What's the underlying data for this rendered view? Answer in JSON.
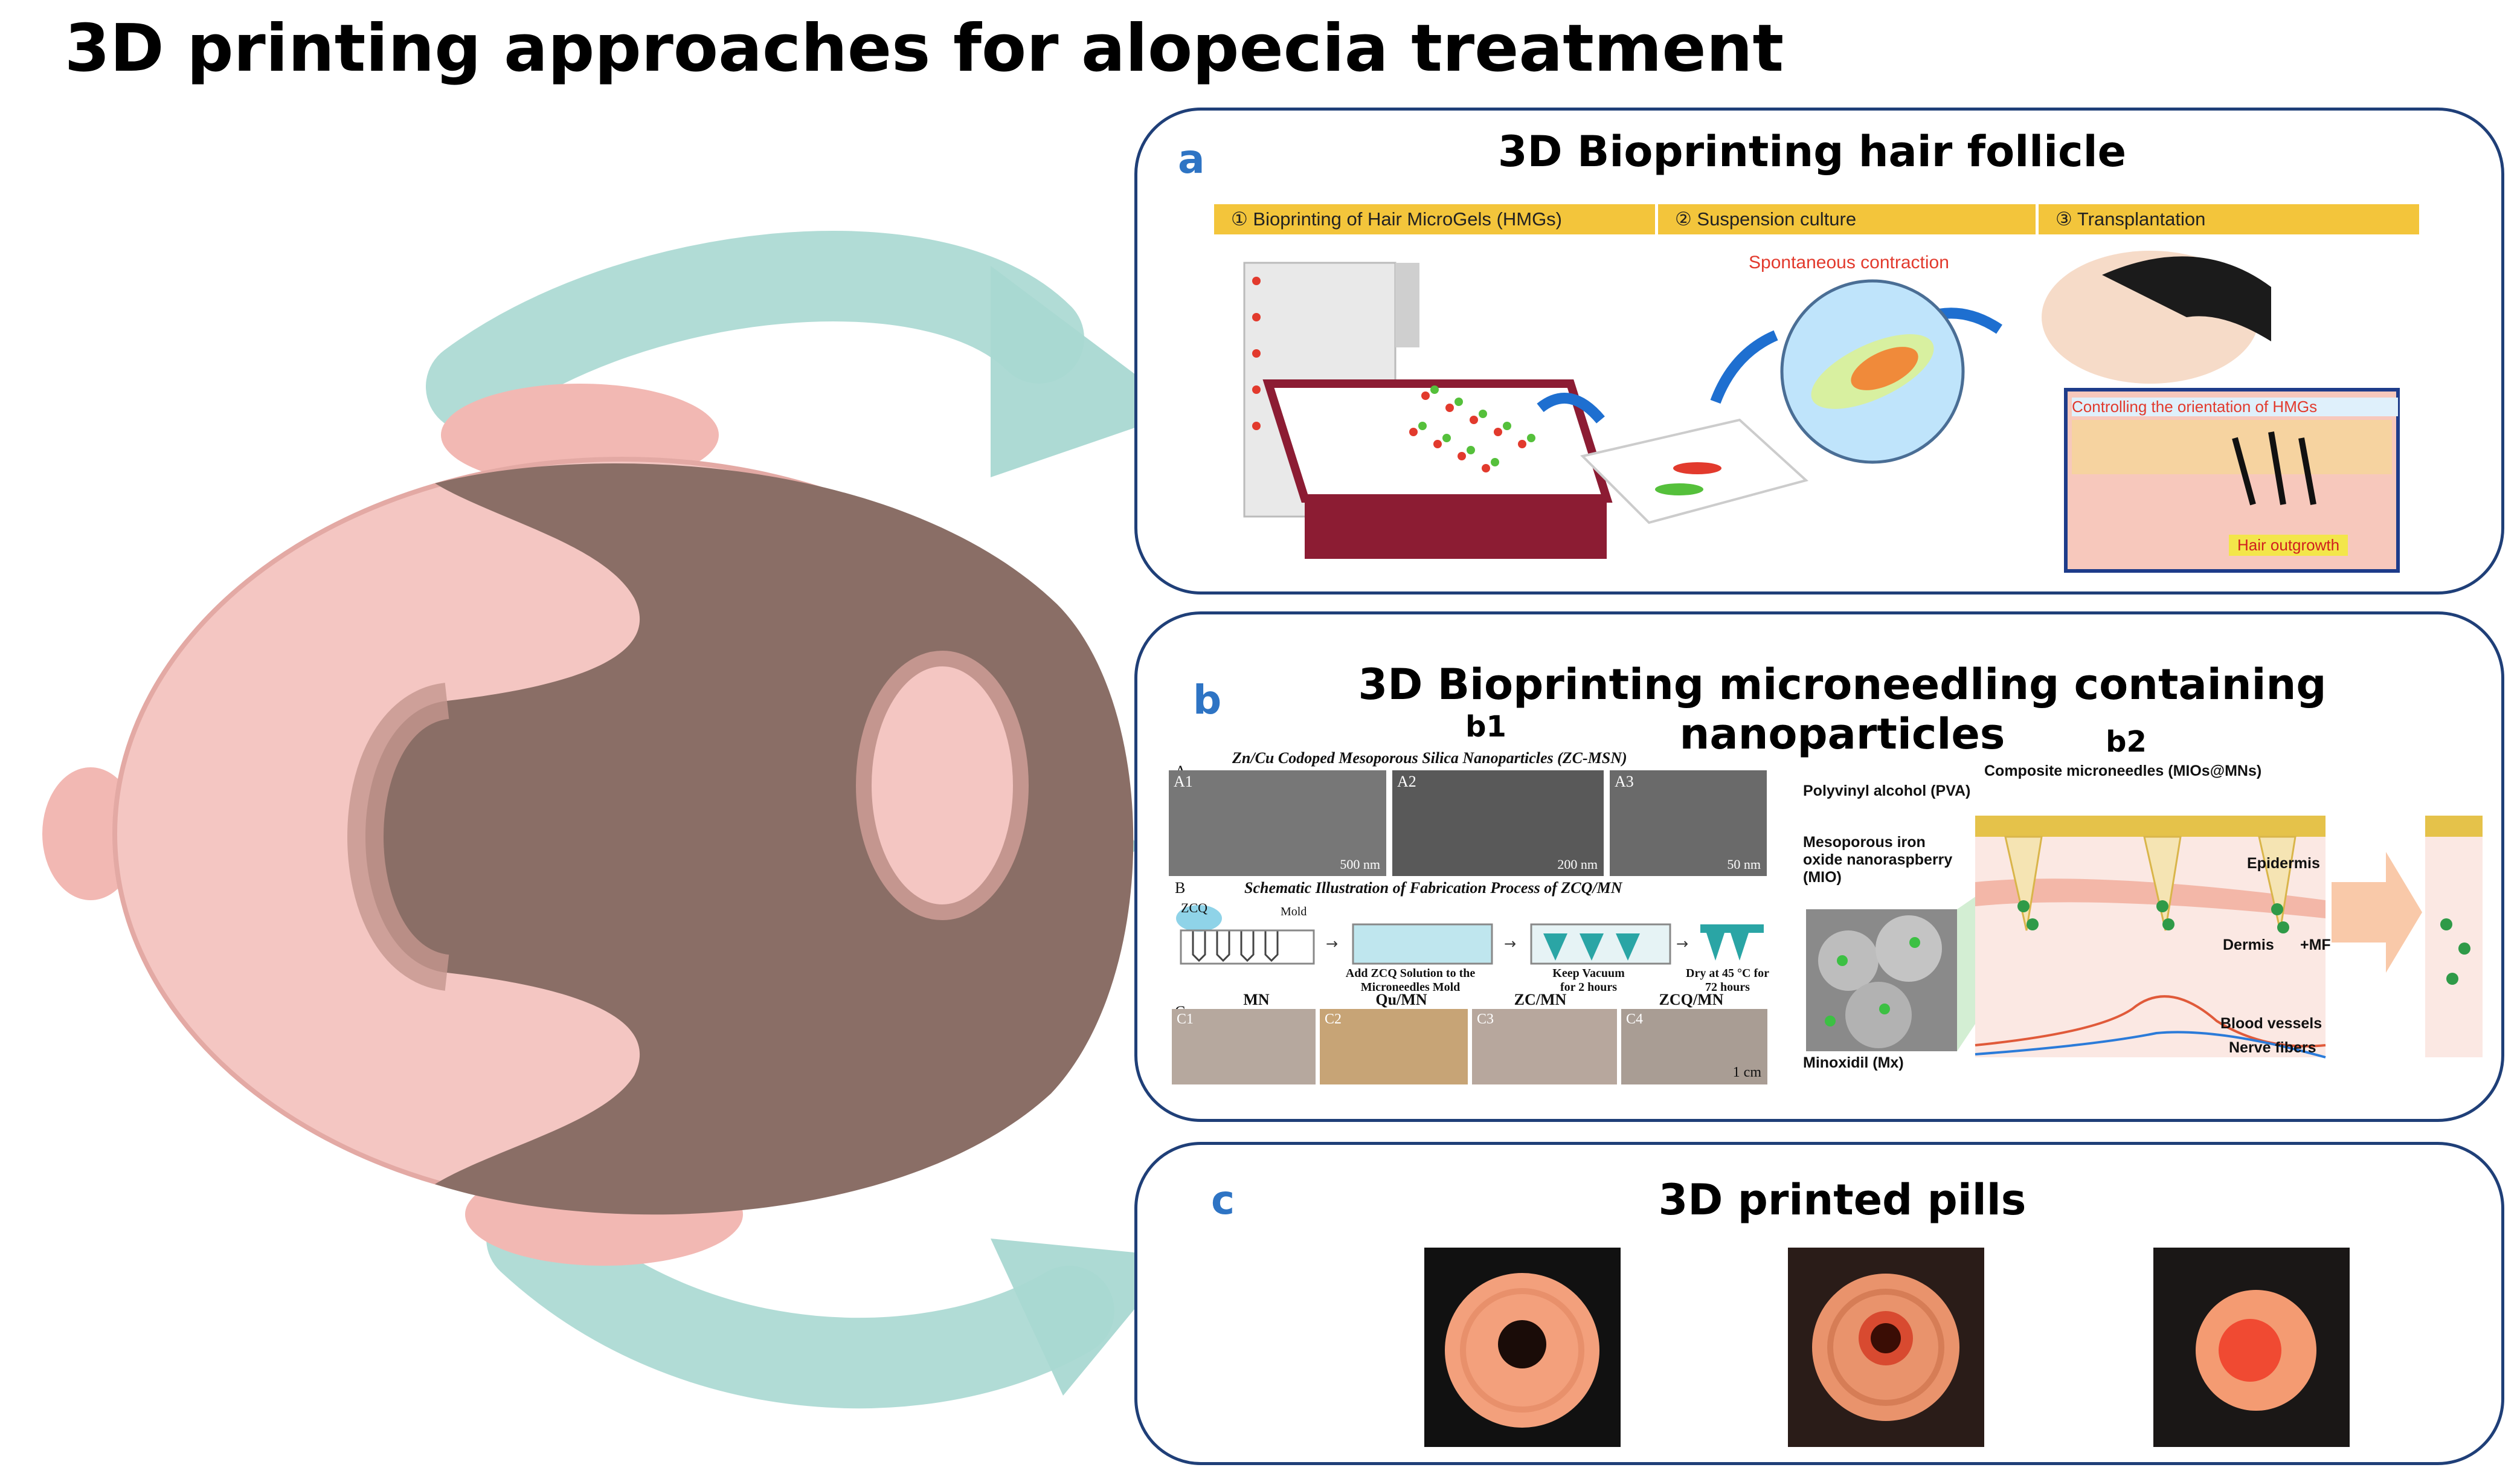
{
  "title": "3D printing approaches for alopecia treatment",
  "panel_a": {
    "label": "a",
    "title": "3D Bioprinting hair follicle",
    "steps": [
      "① Bioprinting of Hair MicroGels (HMGs)",
      "② Suspension culture",
      "③ Transplantation"
    ],
    "spontaneous": "Spontaneous contraction",
    "orientation": "Controlling the orientation of HMGs",
    "outgrowth": "Hair outgrowth"
  },
  "panel_b": {
    "label": "b",
    "title": "3D Bioprinting microneedling containing nanoparticles",
    "b1": {
      "label": "b1",
      "a_letter": "A",
      "a_title": "Zn/Cu Codoped Mesoporous Silica Nanoparticles (ZC-MSN)",
      "sem": [
        {
          "tag": "A1",
          "scale": "500 nm"
        },
        {
          "tag": "A2",
          "scale": "200 nm"
        },
        {
          "tag": "A3",
          "scale": "50 nm"
        }
      ],
      "b_letter": "B",
      "b_title": "Schematic Illustration of Fabrication Process of ZCQ/MN",
      "zcq": "ZCQ",
      "mold": "Mold",
      "fab_steps": [
        "Add ZCQ Solution to the Microneedles Mold",
        "Keep Vacuum for 2 hours",
        "Dry at 45 °C for 72 hours"
      ],
      "c_letter": "C",
      "photos": [
        {
          "tag": "C1",
          "name": "MN"
        },
        {
          "tag": "C2",
          "name": "Qu/MN"
        },
        {
          "tag": "C3",
          "name": "ZC/MN"
        },
        {
          "tag": "C4",
          "name": "ZCQ/MN"
        }
      ],
      "scale_cm": "1 cm"
    },
    "b2": {
      "label": "b2",
      "heading": "Composite microneedles (MIOs@MNs)",
      "pva": "Polyvinyl alcohol (PVA)",
      "mio": "Mesoporous iron oxide nanoraspberry (MIO)",
      "minoxidil": "Minoxidil (Mx)",
      "epidermis": "Epidermis",
      "dermis": "Dermis",
      "mf": "+MF",
      "vessels": "Blood vessels",
      "nerves": "Nerve fibers"
    }
  },
  "panel_c": {
    "label": "c",
    "title": "3D printed pills"
  },
  "colors": {
    "frame": "#1f3f78",
    "label_blue": "#2e74c4",
    "arrow_teal": "#a9d8d2",
    "hair": "#8a6e66",
    "scalp": "#f4c6c2",
    "step_yellow": "#f3c53b",
    "pill_orange": "#f3a07c"
  }
}
